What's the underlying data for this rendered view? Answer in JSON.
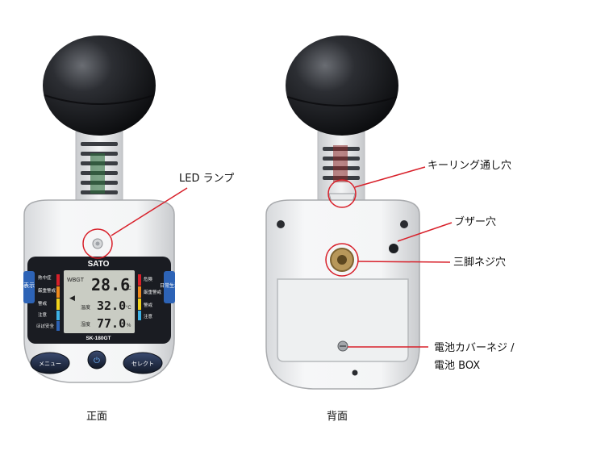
{
  "device": {
    "brand": "SATO",
    "model": "SK-180GT",
    "lcd": {
      "wbgt_label": "WBGT",
      "wbgt_value": "28.6",
      "temp_label": "温度",
      "temp_value": "32.0",
      "humidity_label": "湿度",
      "humidity_value": "77.0",
      "unit_c": "°C",
      "unit_pct": "%"
    },
    "left_scale": [
      "熱中症",
      "厳重警戒",
      "警戒",
      "注意",
      "ほぼ安全"
    ],
    "right_scale": [
      "危険",
      "厳重警戒",
      "警戒",
      "注意"
    ],
    "left_side_label": "表示",
    "right_side_label": "日常生活",
    "buttons": {
      "menu": "メニュー",
      "select": "セレクト"
    }
  },
  "callouts": {
    "led": "LED ランプ",
    "keyring": "キーリング通し穴",
    "buzzer": "ブザー穴",
    "tripod": "三脚ネジ穴",
    "battery_line1": "電池カバーネジ /",
    "battery_line2": "電池 BOX"
  },
  "captions": {
    "front": "正面",
    "back": "背面"
  },
  "colors": {
    "callout_red": "#d8202a",
    "lcd_bg": "#c9ccc3",
    "bezel": "#1a1c22",
    "globe": "#202226"
  }
}
